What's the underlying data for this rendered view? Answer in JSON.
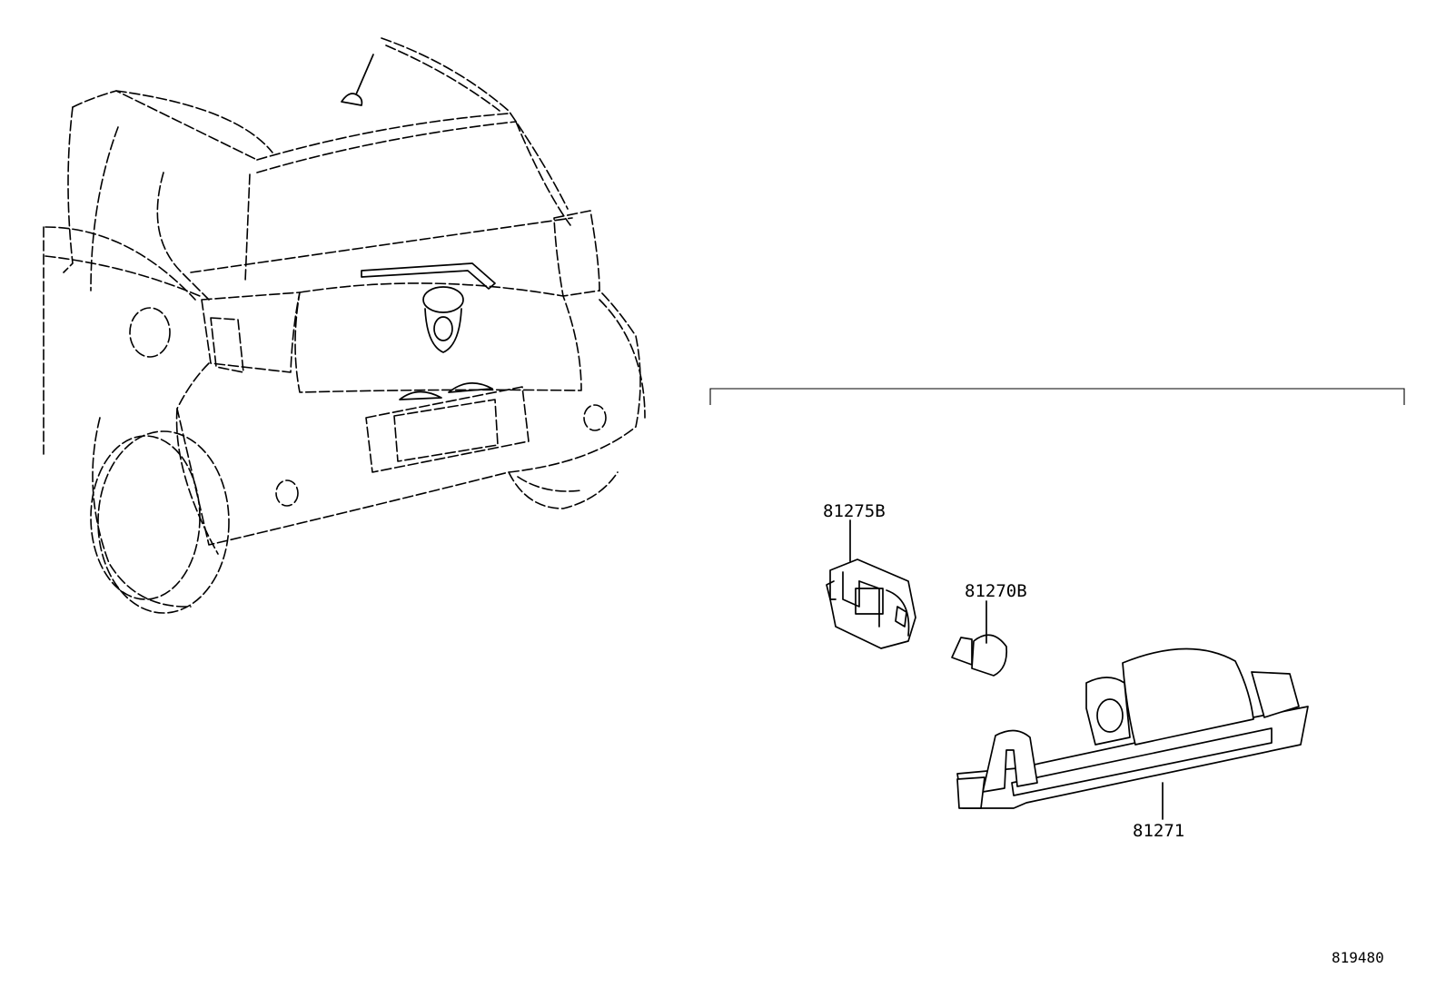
{
  "parts": {
    "socket_label": "81275B",
    "bulb_label": "81270B",
    "lamp_label": "81271"
  },
  "reference_number": "819480"
}
